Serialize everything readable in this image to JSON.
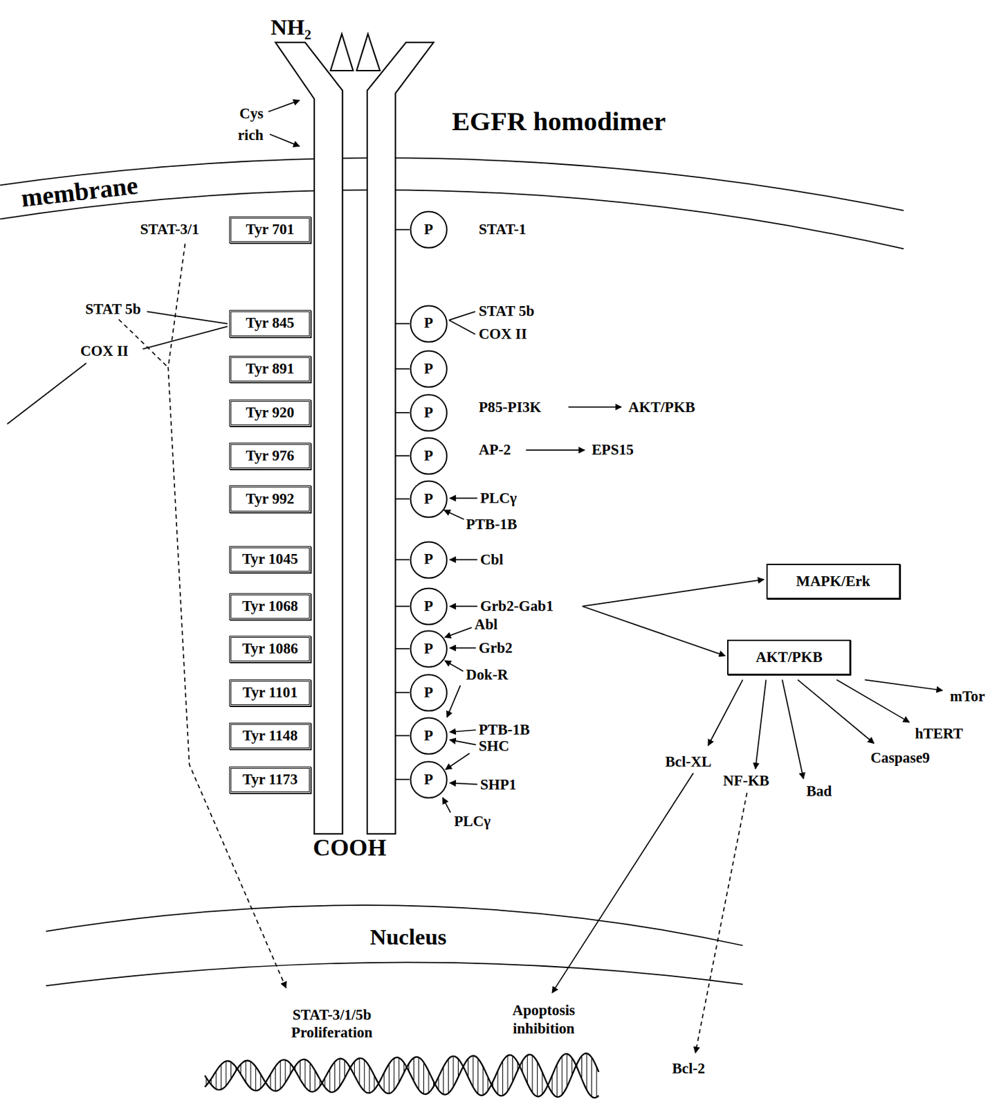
{
  "diagram": {
    "title": "EGFR homodimer",
    "nodes": [
      {
        "text": [
          "Tyr 701"
        ]
      },
      {
        "text": [
          "P"
        ]
      },
      {
        "text": [
          "Tyr 845"
        ]
      },
      {
        "text": [
          "P"
        ]
      },
      {
        "text": [
          "Tyr 891"
        ]
      },
      {
        "text": [
          "P"
        ]
      },
      {
        "text": [
          "Tyr 920"
        ]
      },
      {
        "text": [
          "P"
        ]
      },
      {
        "text": [
          "Tyr 976"
        ]
      },
      {
        "text": [
          "P"
        ]
      },
      {
        "text": [
          "Tyr 992"
        ]
      },
      {
        "text": [
          "P"
        ]
      },
      {
        "text": [
          "Tyr 1045"
        ]
      },
      {
        "text": [
          "P"
        ]
      },
      {
        "text": [
          "Tyr 1068"
        ]
      },
      {
        "text": [
          "P"
        ]
      },
      {
        "text": [
          "Tyr 1086"
        ]
      },
      {
        "text": [
          "P"
        ]
      },
      {
        "text": [
          "Tyr 1101"
        ]
      },
      {
        "text": [
          "P"
        ]
      },
      {
        "text": [
          "Tyr 1148"
        ]
      },
      {
        "text": [
          "P"
        ]
      },
      {
        "text": [
          "Tyr 1173"
        ]
      },
      {
        "text": [
          "P"
        ]
      },
      {
        "text": [
          "MAPK/Erk"
        ]
      },
      {
        "text": [
          "AKT/PKB"
        ]
      }
    ],
    "labels": [
      "NH₂",
      "Cys rich",
      "membrane",
      "STAT-3/1",
      "STAT-1",
      "STAT 5b",
      "COX II",
      "STAT 5b",
      "COX II",
      "P85-PI3K",
      "AKT/PKB",
      "AP-2",
      "EPS15",
      "PLCγ",
      "PTB-1B",
      "Cbl",
      "Grb2-Gab1",
      "Abl",
      "Grb2",
      "Dok-R",
      "PTB-1B",
      "SHC",
      "SHP1",
      "PLCγ",
      "COOH",
      "mTor",
      "hTERT",
      "Bcl-XL",
      "NF-KB",
      "Bad",
      "Caspase9",
      "Nucleus",
      "STAT-3/1/5b Proliferation",
      "Apoptosis inhibition",
      "Bcl-2"
    ]
  }
}
